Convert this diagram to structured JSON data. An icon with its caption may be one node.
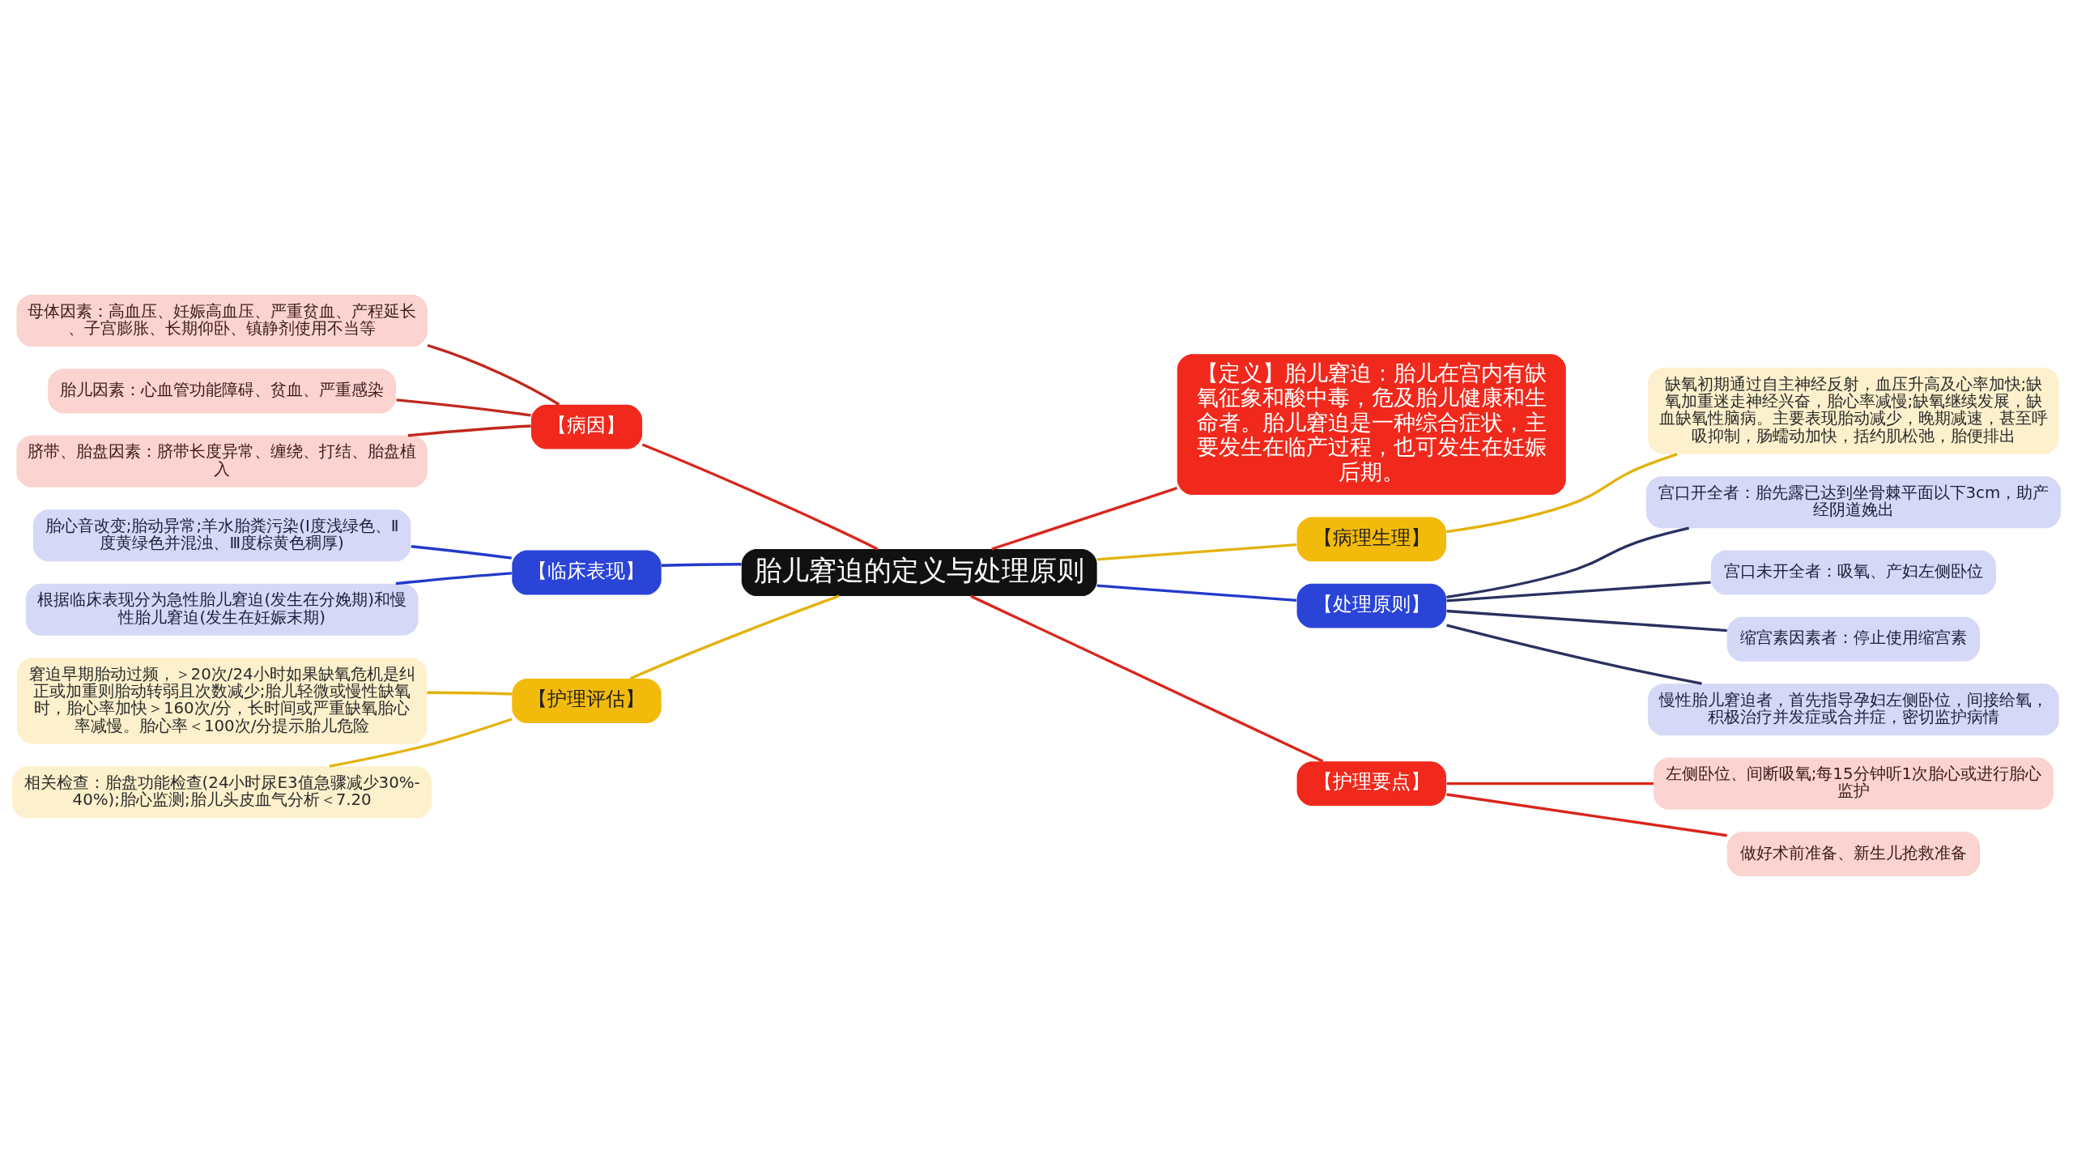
{
  "diagram": {
    "nodes": [
      {
        "text": [
          "胎儿窘迫的定义与处理原则"
        ]
      },
      {
        "text": [
          "【定义】胎儿窘迫：胎儿在宫内有缺氧征象和酸中毒，危及胎儿健康和生命者。胎儿窘迫是一种综合症状，主要发生在临产过程，也可发生在妊娠后期。"
        ]
      },
      {
        "text": [
          "【病因】"
        ]
      },
      {
        "text": [
          "母体因素：高血压、妊娠高血压、严重贫血、产程延长、子宫膨胀、长期仰卧、镇静剂使用不当等"
        ]
      },
      {
        "text": [
          "胎儿因素：心血管功能障碍、贫血、严重感染"
        ]
      },
      {
        "text": [
          "脐带、胎盘因素：脐带长度异常、缠绕、打结、胎盘植入"
        ]
      },
      {
        "text": [
          "【病理生理】"
        ]
      },
      {
        "text": [
          "缺氧初期通过自主神经反射，血压升高及心率加快;缺氧加重迷走神经兴奋，胎心率减慢;缺氧继续发展，缺血缺氧性脑病。主要表现胎动减少，晚期减速，甚至呼吸抑制，肠蠕动加快，括约肌松弛，胎便排出"
        ]
      },
      {
        "text": [
          "【临床表现】"
        ]
      },
      {
        "text": [
          "胎心音改变;胎动异常;羊水胎粪污染(Ⅰ度浅绿色、Ⅱ度黄绿色并混浊、Ⅲ度棕黄色稠厚)"
        ]
      },
      {
        "text": [
          "根据临床表现分为急性胎儿窘迫(发生在分娩期)和慢性胎儿窘迫(发生在妊娠末期)"
        ]
      },
      {
        "text": [
          "【处理原则】"
        ]
      },
      {
        "text": [
          "宫口开全者：胎先露已达到坐骨棘平面以下3cm，助产经阴道娩出"
        ]
      },
      {
        "text": [
          "宫口未开全者：吸氧、产妇左侧卧位"
        ]
      },
      {
        "text": [
          "缩宫素因素者：停止使用缩宫素"
        ]
      },
      {
        "text": [
          "慢性胎儿窘迫者，首先指导孕妇左侧卧位，间接给氧，积极治疗并发症或合并症，密切监护病情"
        ]
      },
      {
        "text": [
          "【护理评估】"
        ]
      },
      {
        "text": [
          "窘迫早期胎动过频，＞20次/24小时如果缺氧危机是纠正或加重则胎动转弱且次数减少;胎儿轻微或慢性缺氧时，胎心率加快＞160次/分，长时间或严重缺氧胎心率减慢。胎心率＜100次/分提示胎儿危险"
        ]
      },
      {
        "text": [
          "相关检查：胎盘功能检查(24小时尿E3值急骤减少30%-40%);胎心监测;胎儿头皮血气分析＜7.20"
        ]
      },
      {
        "text": [
          "【护理要点】"
        ]
      },
      {
        "text": [
          "左侧卧位、间断吸氧;每15分钟听1次胎心或进行胎心监护"
        ]
      },
      {
        "text": [
          "做好术前准备、新生儿抢救准备"
        ]
      }
    ],
    "edges": [
      {
        "from": 0,
        "to": 1,
        "arrow": "none",
        "color": "#d9261c"
      },
      {
        "from": 0,
        "to": 2,
        "arrow": "none",
        "color": "#d9261c"
      },
      {
        "from": 2,
        "to": 3,
        "arrow": "none",
        "color": "#c0281e"
      },
      {
        "from": 2,
        "to": 4,
        "arrow": "none",
        "color": "#c0281e"
      },
      {
        "from": 2,
        "to": 5,
        "arrow": "none",
        "color": "#c0281e"
      },
      {
        "from": 0,
        "to": 6,
        "arrow": "none",
        "color": "#e3b20c"
      },
      {
        "from": 6,
        "to": 7,
        "arrow": "none",
        "color": "#e3b20c"
      },
      {
        "from": 0,
        "to": 8,
        "arrow": "none",
        "color": "#2339c9"
      },
      {
        "from": 8,
        "to": 9,
        "arrow": "none",
        "color": "#2339c9"
      },
      {
        "from": 8,
        "to": 10,
        "arrow": "none",
        "color": "#2339c9"
      },
      {
        "from": 0,
        "to": 11,
        "arrow": "none",
        "color": "#2339c9"
      },
      {
        "from": 11,
        "to": 12,
        "arrow": "none",
        "color": "#2a3160"
      },
      {
        "from": 11,
        "to": 13,
        "arrow": "none",
        "color": "#2a3160"
      },
      {
        "from": 11,
        "to": 14,
        "arrow": "none",
        "color": "#2a3160"
      },
      {
        "from": 11,
        "to": 15,
        "arrow": "none",
        "color": "#2a3160"
      },
      {
        "from": 0,
        "to": 16,
        "arrow": "none",
        "color": "#e3b20c"
      },
      {
        "from": 16,
        "to": 17,
        "arrow": "none",
        "color": "#e3b20c"
      },
      {
        "from": 16,
        "to": 18,
        "arrow": "none",
        "color": "#e3b20c"
      },
      {
        "from": 0,
        "to": 19,
        "arrow": "none",
        "color": "#d9261c"
      },
      {
        "from": 19,
        "to": 20,
        "arrow": "none",
        "color": "#d9261c"
      },
      {
        "from": 19,
        "to": 21,
        "arrow": "none",
        "color": "#d9261c"
      }
    ]
  }
}
